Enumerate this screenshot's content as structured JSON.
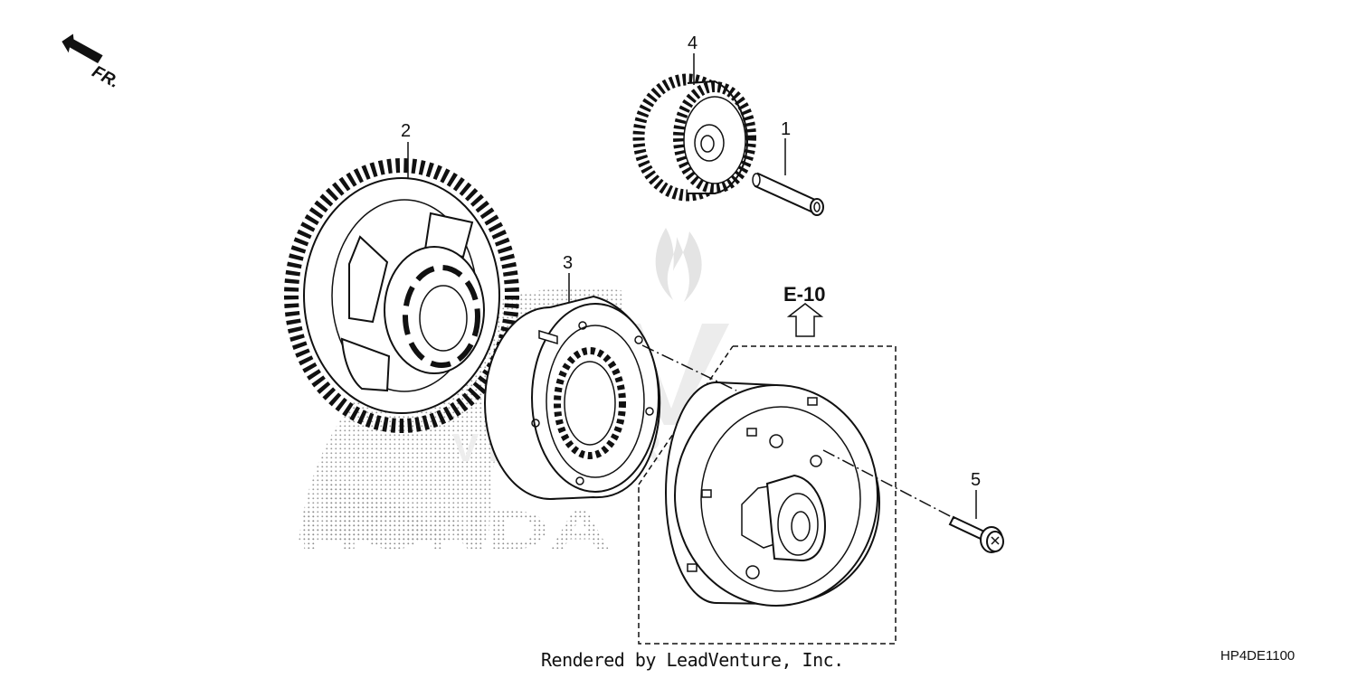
{
  "orientation": {
    "label": "FR."
  },
  "callouts": [
    "1",
    "2",
    "3",
    "4",
    "5"
  ],
  "reference": {
    "label": "E-10"
  },
  "footer": {
    "credit": "Rendered by LeadVenture, Inc.",
    "diagram_code": "HP4DE1100"
  },
  "watermark": {
    "brand": "HONDA"
  },
  "colors": {
    "line": "#111111",
    "watermark": "#9a9a9a",
    "background": "#ffffff"
  }
}
